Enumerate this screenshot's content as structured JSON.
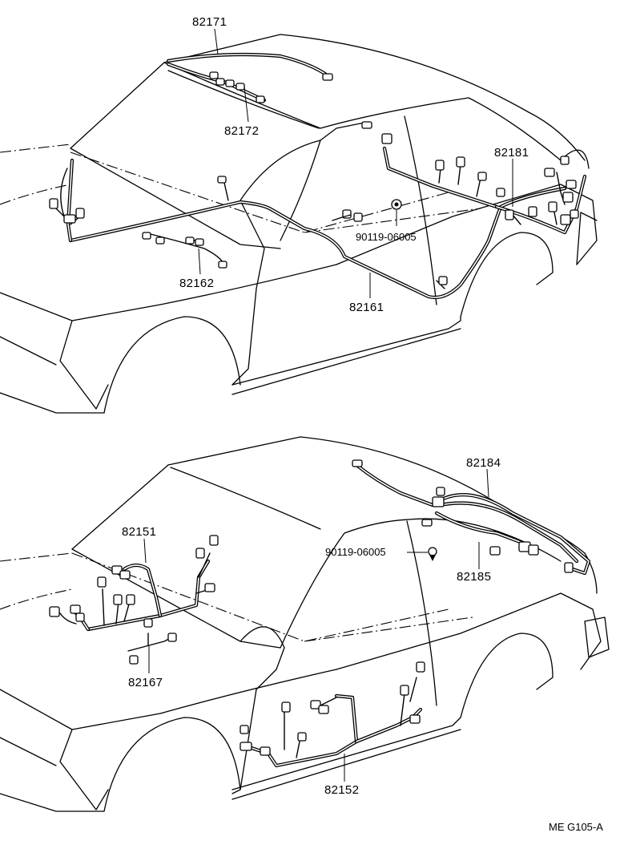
{
  "labels": {
    "top": {
      "p82171": "82171",
      "p82172": "82172",
      "p82181": "82181",
      "p90119": "90119-06005",
      "p82162": "82162",
      "p82161": "82161"
    },
    "bottom": {
      "p82184": "82184",
      "p82151": "82151",
      "p90119": "90119-06005",
      "p82185": "82185",
      "p82167": "82167",
      "p82152": "82152"
    }
  },
  "figure_code": "ME G105-A"
}
